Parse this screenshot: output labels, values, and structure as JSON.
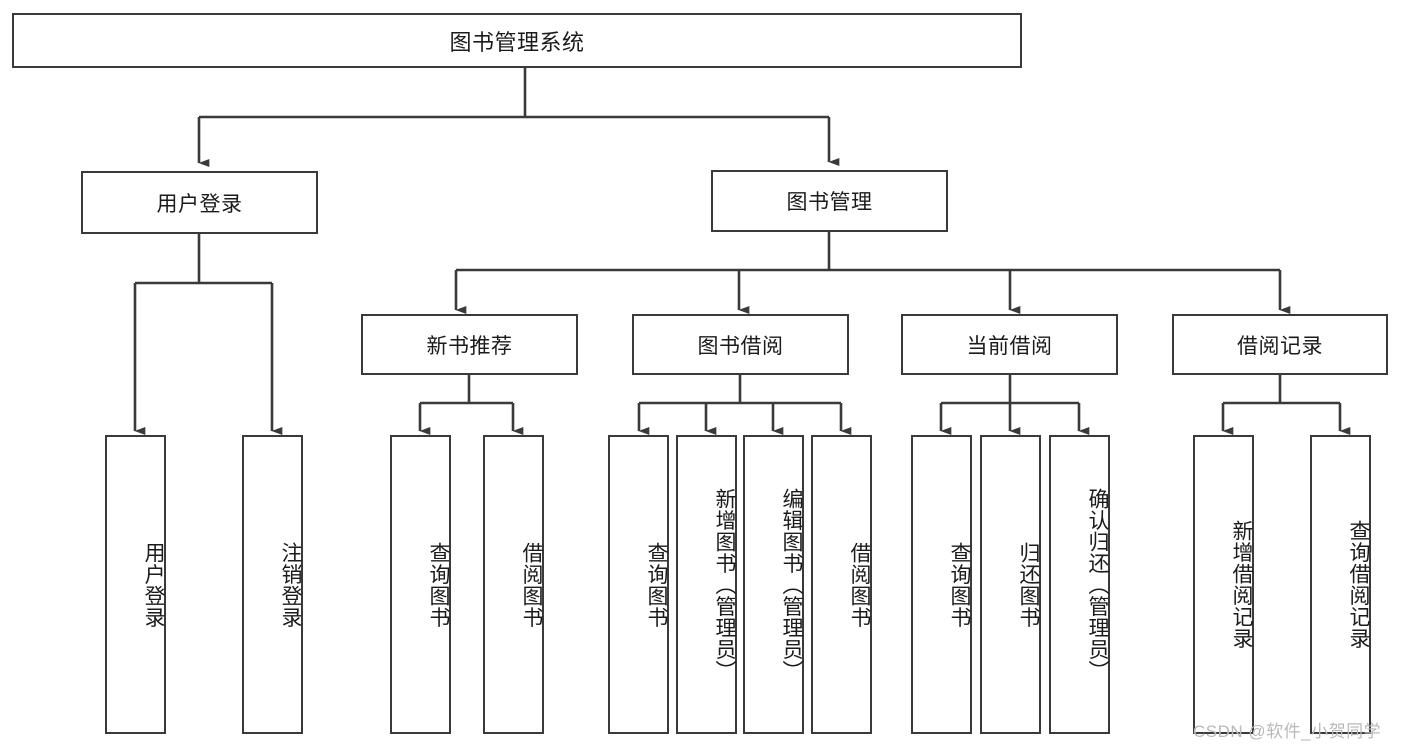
{
  "diagram": {
    "type": "hierarchy-tree",
    "title": "图书管理系统",
    "watermark": "CSDN @软件_小贺同学",
    "colors": {
      "box_border": "#3a3a3a",
      "box_fill": "#ffffff",
      "connector": "#3a3a3a",
      "text": "#1b1b1b",
      "watermark": "#b9b9b9"
    },
    "levels": {
      "root": "图书管理系统",
      "level2": [
        "用户登录",
        "图书管理"
      ],
      "level3": [
        "新书推荐",
        "图书借阅",
        "当前借阅",
        "借阅记录"
      ]
    },
    "nodes": {
      "root": {
        "label": "图书管理系统",
        "orientation": "horizontal"
      },
      "user_login": {
        "label": "用户登录",
        "orientation": "horizontal"
      },
      "book_mgmt": {
        "label": "图书管理",
        "orientation": "horizontal"
      },
      "new_book_rec": {
        "label": "新书推荐",
        "orientation": "horizontal"
      },
      "book_borrow": {
        "label": "图书借阅",
        "orientation": "horizontal"
      },
      "current_borrow": {
        "label": "当前借阅",
        "orientation": "horizontal"
      },
      "borrow_record": {
        "label": "借阅记录",
        "orientation": "horizontal"
      },
      "leaf_user_login": {
        "label": "用户登录",
        "orientation": "vertical"
      },
      "leaf_logout": {
        "label": "注销登录",
        "orientation": "vertical"
      },
      "leaf_query_book_1": {
        "label": "查询图书",
        "orientation": "vertical"
      },
      "leaf_borrow_book_1": {
        "label": "借阅图书",
        "orientation": "vertical"
      },
      "leaf_query_book_2": {
        "label": "查询图书",
        "orientation": "vertical"
      },
      "leaf_add_book": {
        "label": "新增图书（管理员）",
        "orientation": "vertical"
      },
      "leaf_edit_book": {
        "label": "编辑图书（管理员）",
        "orientation": "vertical"
      },
      "leaf_borrow_book_2": {
        "label": "借阅图书",
        "orientation": "vertical"
      },
      "leaf_query_book_3": {
        "label": "查询图书",
        "orientation": "vertical"
      },
      "leaf_return_book": {
        "label": "归还图书",
        "orientation": "vertical"
      },
      "leaf_confirm_return": {
        "label": "确认归还（管理员）",
        "orientation": "vertical"
      },
      "leaf_add_record": {
        "label": "新增借阅记录",
        "orientation": "vertical"
      },
      "leaf_query_record": {
        "label": "查询借阅记录",
        "orientation": "vertical"
      }
    },
    "edges": [
      {
        "from": "root",
        "to": "user_login"
      },
      {
        "from": "root",
        "to": "book_mgmt"
      },
      {
        "from": "user_login",
        "to": "leaf_user_login"
      },
      {
        "from": "user_login",
        "to": "leaf_logout"
      },
      {
        "from": "book_mgmt",
        "to": "new_book_rec"
      },
      {
        "from": "book_mgmt",
        "to": "book_borrow"
      },
      {
        "from": "book_mgmt",
        "to": "current_borrow"
      },
      {
        "from": "book_mgmt",
        "to": "borrow_record"
      },
      {
        "from": "new_book_rec",
        "to": "leaf_query_book_1"
      },
      {
        "from": "new_book_rec",
        "to": "leaf_borrow_book_1"
      },
      {
        "from": "book_borrow",
        "to": "leaf_query_book_2"
      },
      {
        "from": "book_borrow",
        "to": "leaf_add_book"
      },
      {
        "from": "book_borrow",
        "to": "leaf_edit_book"
      },
      {
        "from": "book_borrow",
        "to": "leaf_borrow_book_2"
      },
      {
        "from": "current_borrow",
        "to": "leaf_query_book_3"
      },
      {
        "from": "current_borrow",
        "to": "leaf_return_book"
      },
      {
        "from": "current_borrow",
        "to": "leaf_confirm_return"
      },
      {
        "from": "borrow_record",
        "to": "leaf_add_record"
      },
      {
        "from": "borrow_record",
        "to": "leaf_query_record"
      }
    ]
  }
}
